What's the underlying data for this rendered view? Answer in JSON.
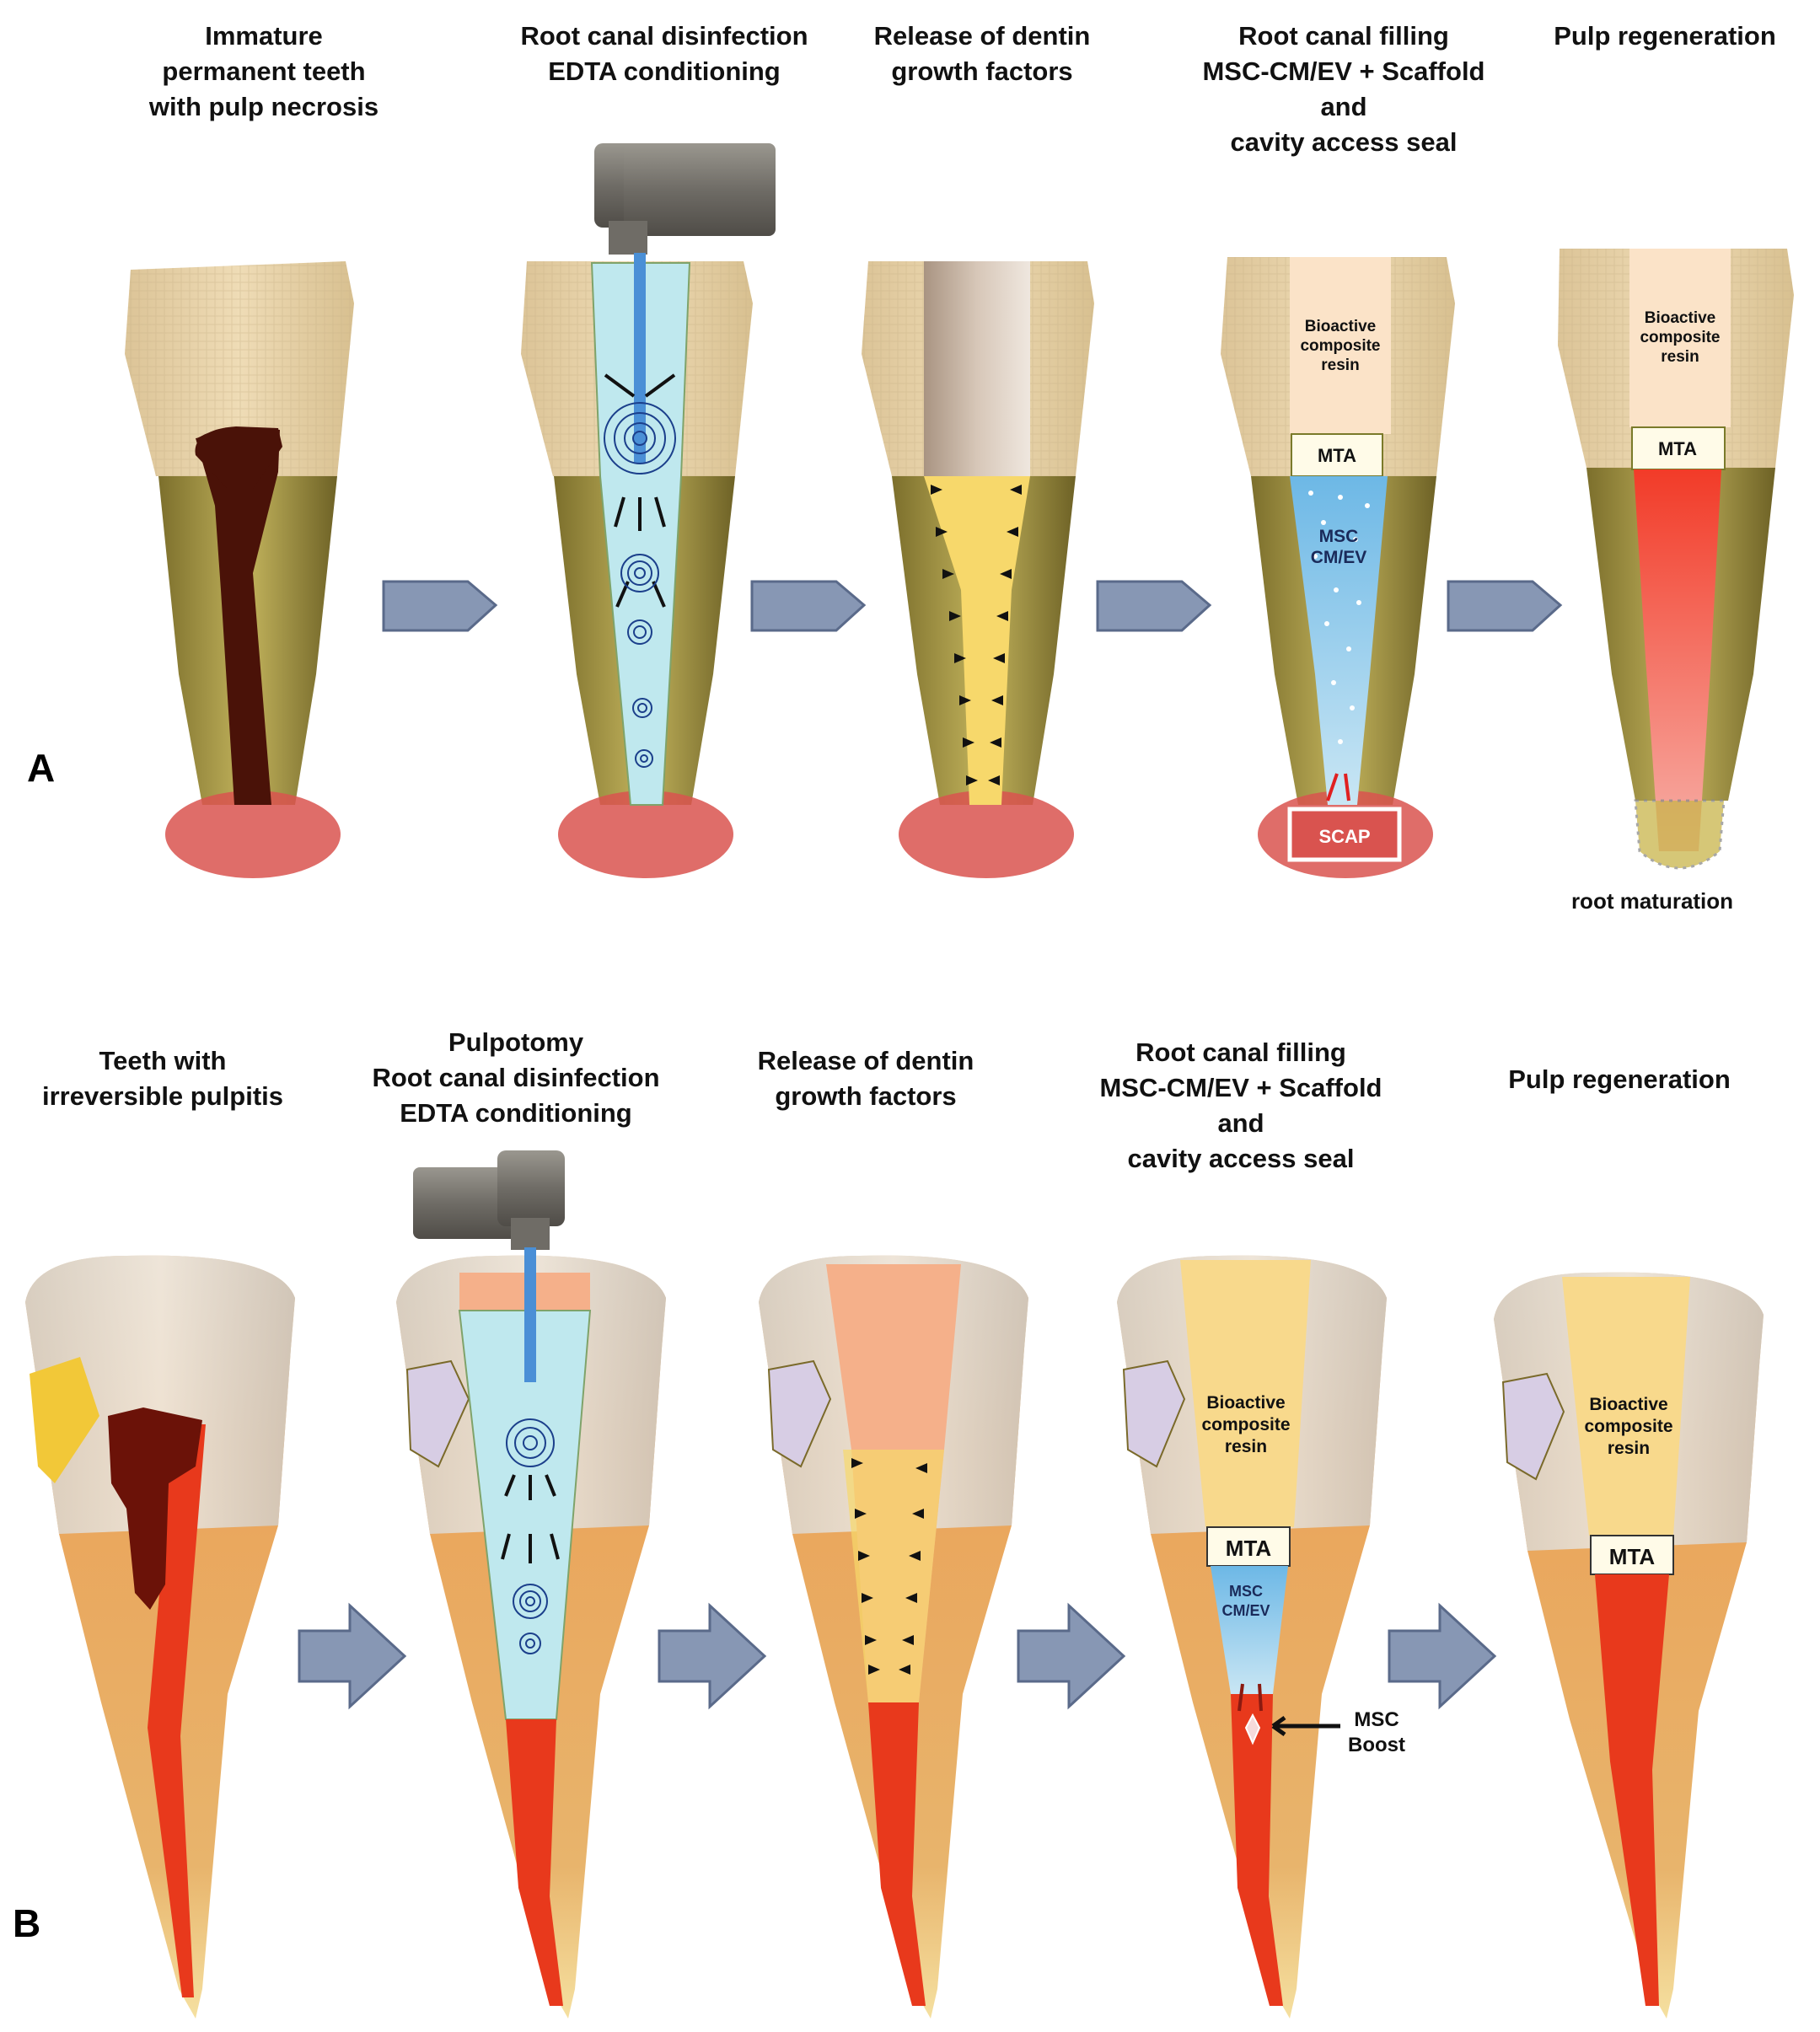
{
  "panel_a": {
    "letter": "A",
    "steps": [
      "Immature\npermanent teeth\nwith pulp necrosis",
      "Root canal disinfection\nEDTA conditioning",
      "Release of dentin\ngrowth factors",
      "Root canal filling\nMSC-CM/EV + Scaffold\nand\ncavity access seal",
      "Pulp regeneration"
    ],
    "labels": {
      "composite": [
        "Bioactive",
        "composite",
        "resin"
      ],
      "mta": "MTA",
      "msc": [
        "MSC",
        "CM/EV"
      ],
      "scap": "SCAP",
      "root_maturation": "root maturation"
    }
  },
  "panel_b": {
    "letter": "B",
    "steps": [
      "Teeth with\nirreversible pulpitis",
      "Pulpotomy\nRoot canal disinfection\nEDTA conditioning",
      "Release of dentin\ngrowth factors",
      "Root canal filling\nMSC-CM/EV + Scaffold\nand\ncavity access seal",
      "Pulp regeneration"
    ],
    "labels": {
      "composite": [
        "Bioactive",
        "composite",
        "resin"
      ],
      "mta": "MTA",
      "msc": [
        "MSC",
        "CM/EV"
      ],
      "msc_boost": [
        "MSC",
        "Boost"
      ]
    }
  },
  "colors": {
    "crown_a": "#e8d3a8",
    "root_a": "#a89a45",
    "necrotic_pulp": "#4a1208",
    "apex_tissue": "#d9534f",
    "irrigation": "#bfe8ee",
    "needle": "#4a8fd6",
    "growth_factor_zone": "#f7d86b",
    "composite": "#fbe3c8",
    "mta": "#fffbe8",
    "scaffold": "#8ecbea",
    "regenerated_pulp": "#f04a34",
    "crown_b": "#e6dccd",
    "root_b": "#e7a65c",
    "composite_b": "#f8d98c",
    "arrow": "#8797b4"
  }
}
